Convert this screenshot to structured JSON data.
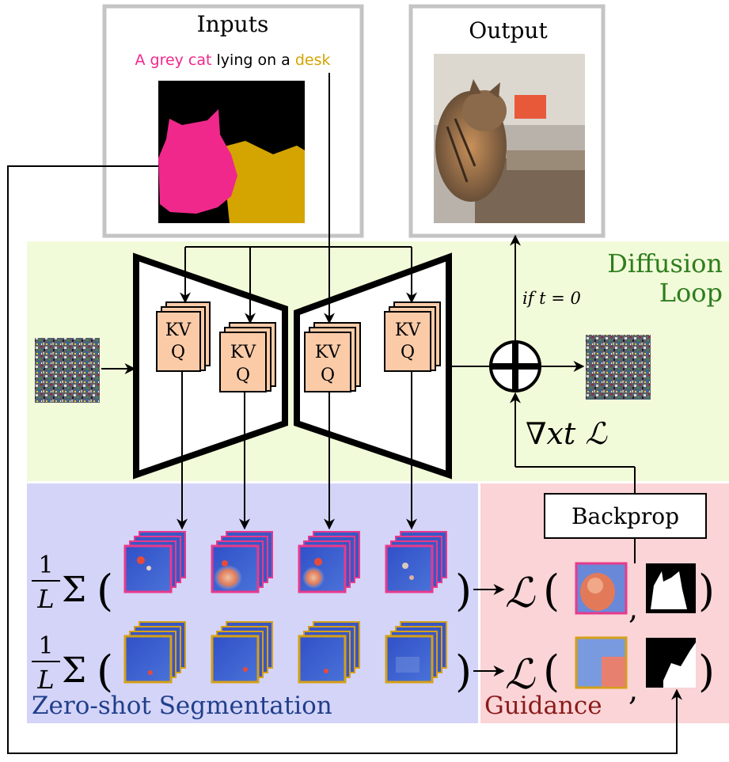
{
  "inputs": {
    "title": "Inputs",
    "prompt": {
      "part1": "A grey cat",
      "part2": " lying on a ",
      "part3": "desk"
    },
    "colors": {
      "cat": "#f0288c",
      "desk": "#d4a400",
      "background": "#000000"
    }
  },
  "output": {
    "title": "Output"
  },
  "diffusion": {
    "label_line1": "Diffusion",
    "label_line2": "Loop",
    "condition": "if t = 0",
    "gradient": "∇xt ℒ",
    "attention_blocks": [
      {
        "line1": "KV",
        "line2": "Q"
      },
      {
        "line1": "KV",
        "line2": "Q"
      },
      {
        "line1": "KV",
        "line2": "Q"
      },
      {
        "line1": "KV",
        "line2": "Q"
      }
    ]
  },
  "segmentation": {
    "label": "Zero-shot Segmentation",
    "fraction_num": "1",
    "fraction_den": "L",
    "sum_symbol": "Σ",
    "open_paren": "(",
    "close_paren": ")"
  },
  "guidance": {
    "label": "Guidance",
    "backprop": "Backprop",
    "loss_symbol": "ℒ",
    "comma": ","
  },
  "colors": {
    "diffusion_bg": "#f2fbd9",
    "segmentation_bg": "#d4d4f8",
    "guidance_bg": "#fad4d6",
    "attention_box": "#fbcba8",
    "cat_frame": "#e83a8c",
    "desk_frame": "#d4a017",
    "diffusion_label": "#2e7d1e",
    "segmentation_label": "#1f3f8a",
    "guidance_label": "#8a1a1a"
  }
}
